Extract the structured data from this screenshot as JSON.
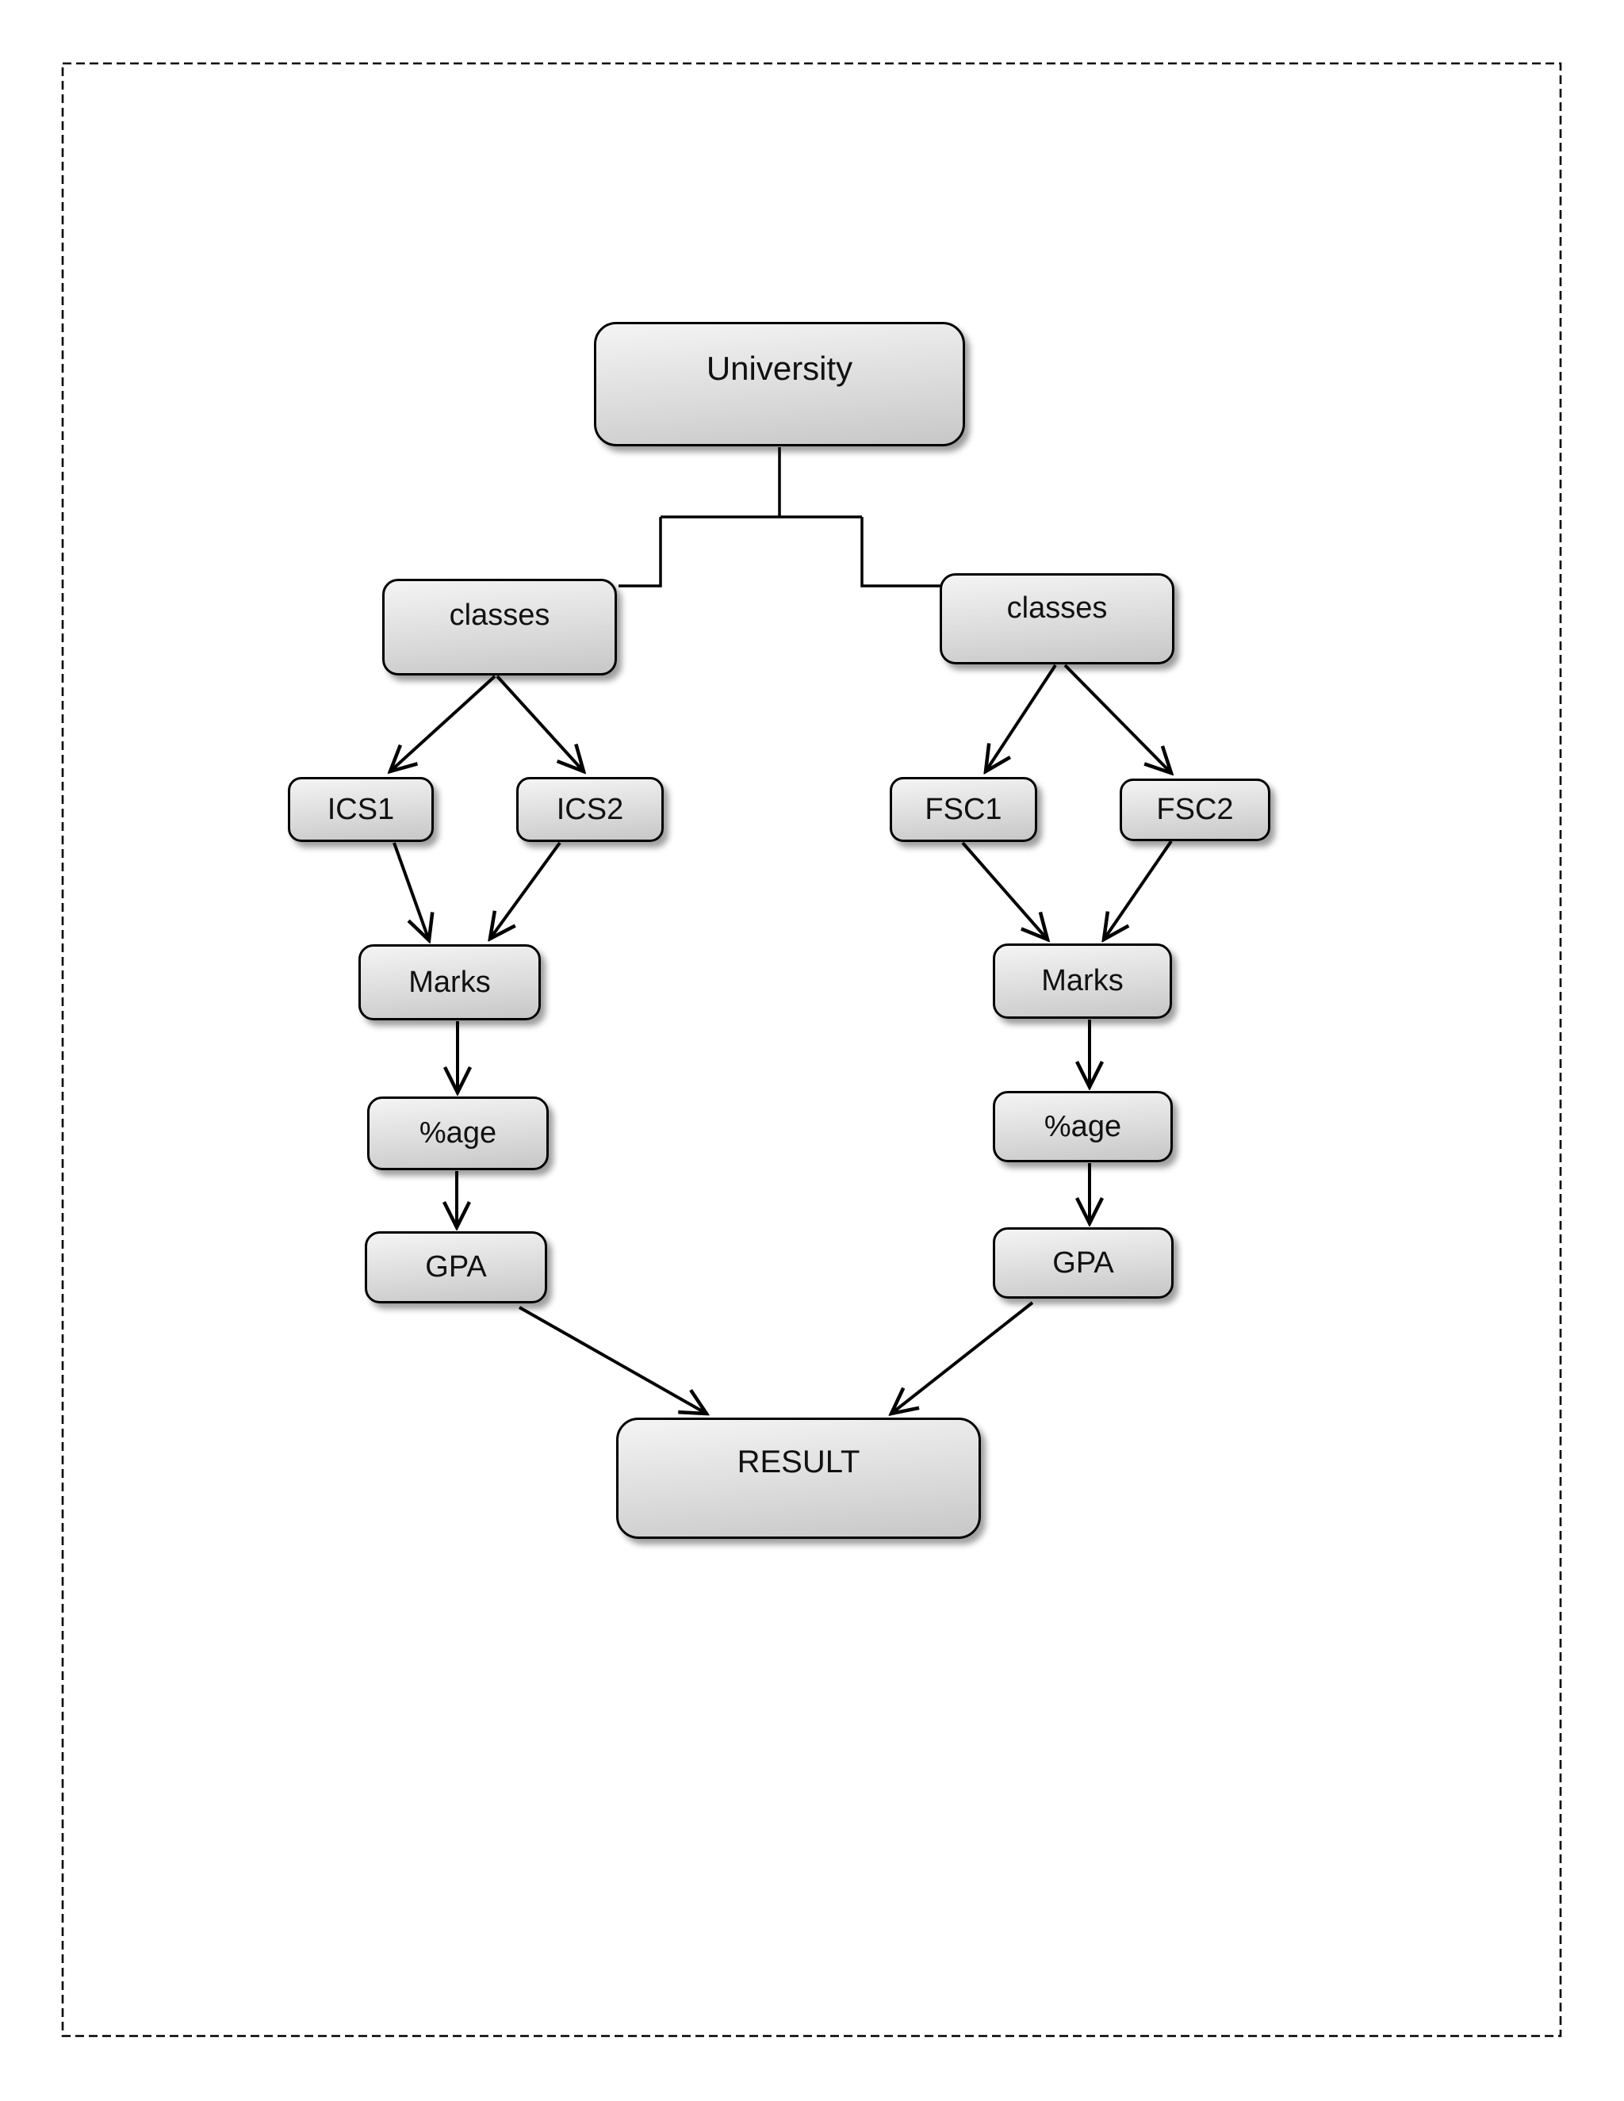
{
  "page": {
    "type": "flowchart-page",
    "background": "#ffffff",
    "border_color": "#000000",
    "border_style": "dashed"
  },
  "colors": {
    "node_fill_top": "#f4f4f4",
    "node_fill_bottom": "#c7c7c7",
    "node_stroke": "#000000",
    "text": "#111111"
  },
  "nodes": {
    "university": {
      "label": "University"
    },
    "classes_left": {
      "label": "classes"
    },
    "classes_right": {
      "label": "classes"
    },
    "ics1": {
      "label": "ICS1"
    },
    "ics2": {
      "label": "ICS2"
    },
    "fsc1": {
      "label": "FSC1"
    },
    "fsc2": {
      "label": "FSC2"
    },
    "marks_left": {
      "label": "Marks"
    },
    "marks_right": {
      "label": "Marks"
    },
    "pct_left": {
      "label": "%age"
    },
    "pct_right": {
      "label": "%age"
    },
    "gpa_left": {
      "label": "GPA"
    },
    "gpa_right": {
      "label": "GPA"
    },
    "result": {
      "label": "RESULT"
    }
  },
  "edges": [
    {
      "from": "university",
      "to": "classes_left",
      "style": "elbow",
      "arrow": false
    },
    {
      "from": "university",
      "to": "classes_right",
      "style": "elbow",
      "arrow": false
    },
    {
      "from": "classes_left",
      "to": "ics1",
      "style": "straight",
      "arrow": true
    },
    {
      "from": "classes_left",
      "to": "ics2",
      "style": "straight",
      "arrow": true
    },
    {
      "from": "classes_right",
      "to": "fsc1",
      "style": "straight",
      "arrow": true
    },
    {
      "from": "classes_right",
      "to": "fsc2",
      "style": "straight",
      "arrow": true
    },
    {
      "from": "ics1",
      "to": "marks_left",
      "style": "straight",
      "arrow": true
    },
    {
      "from": "ics2",
      "to": "marks_left",
      "style": "straight",
      "arrow": true
    },
    {
      "from": "fsc1",
      "to": "marks_right",
      "style": "straight",
      "arrow": true
    },
    {
      "from": "fsc2",
      "to": "marks_right",
      "style": "straight",
      "arrow": true
    },
    {
      "from": "marks_left",
      "to": "pct_left",
      "style": "straight",
      "arrow": true
    },
    {
      "from": "pct_left",
      "to": "gpa_left",
      "style": "straight",
      "arrow": true
    },
    {
      "from": "marks_right",
      "to": "pct_right",
      "style": "straight",
      "arrow": true
    },
    {
      "from": "pct_right",
      "to": "gpa_right",
      "style": "straight",
      "arrow": true
    },
    {
      "from": "gpa_left",
      "to": "result",
      "style": "straight",
      "arrow": true
    },
    {
      "from": "gpa_right",
      "to": "result",
      "style": "straight",
      "arrow": true
    }
  ]
}
